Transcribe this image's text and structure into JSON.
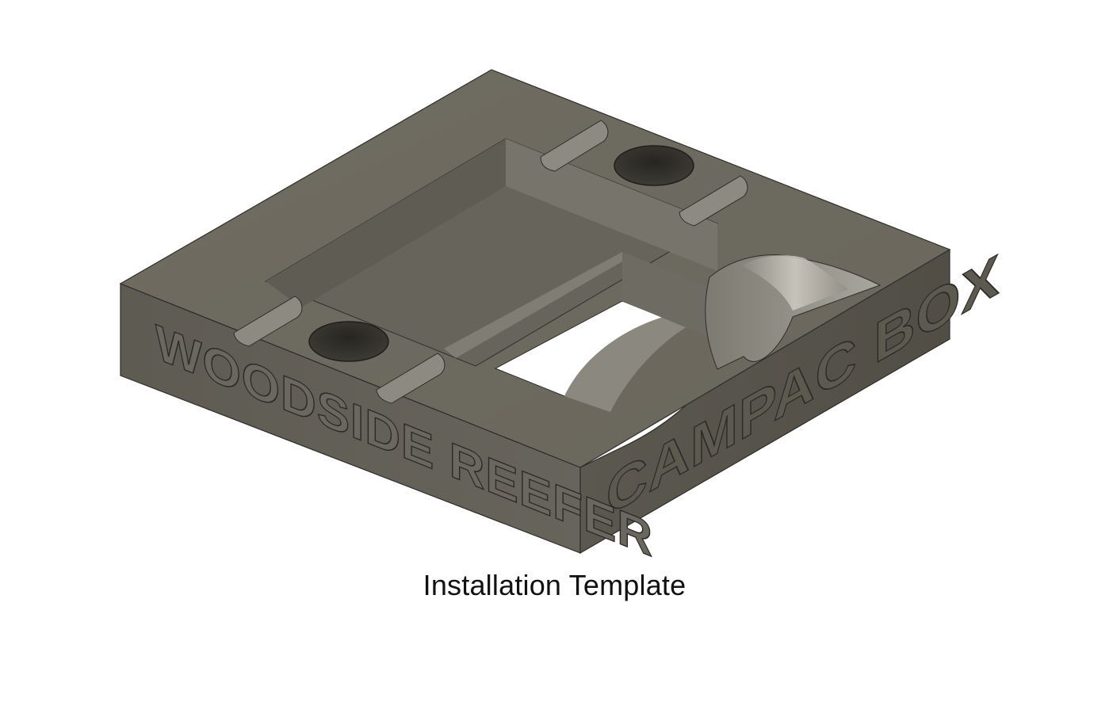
{
  "model": {
    "front_left_engraving": "WOODSIDE REEFER",
    "front_right_engraving": "CAMPAC BOX",
    "colors": {
      "top": "#6d6a60",
      "left_face": "#5f5c53",
      "right_face": "#545148",
      "pocket_floor": "#66635a",
      "pocket_wall": "#78756c",
      "hole": "#2f2e2a",
      "opening": "#ffffff"
    }
  },
  "caption": "Installation Template"
}
